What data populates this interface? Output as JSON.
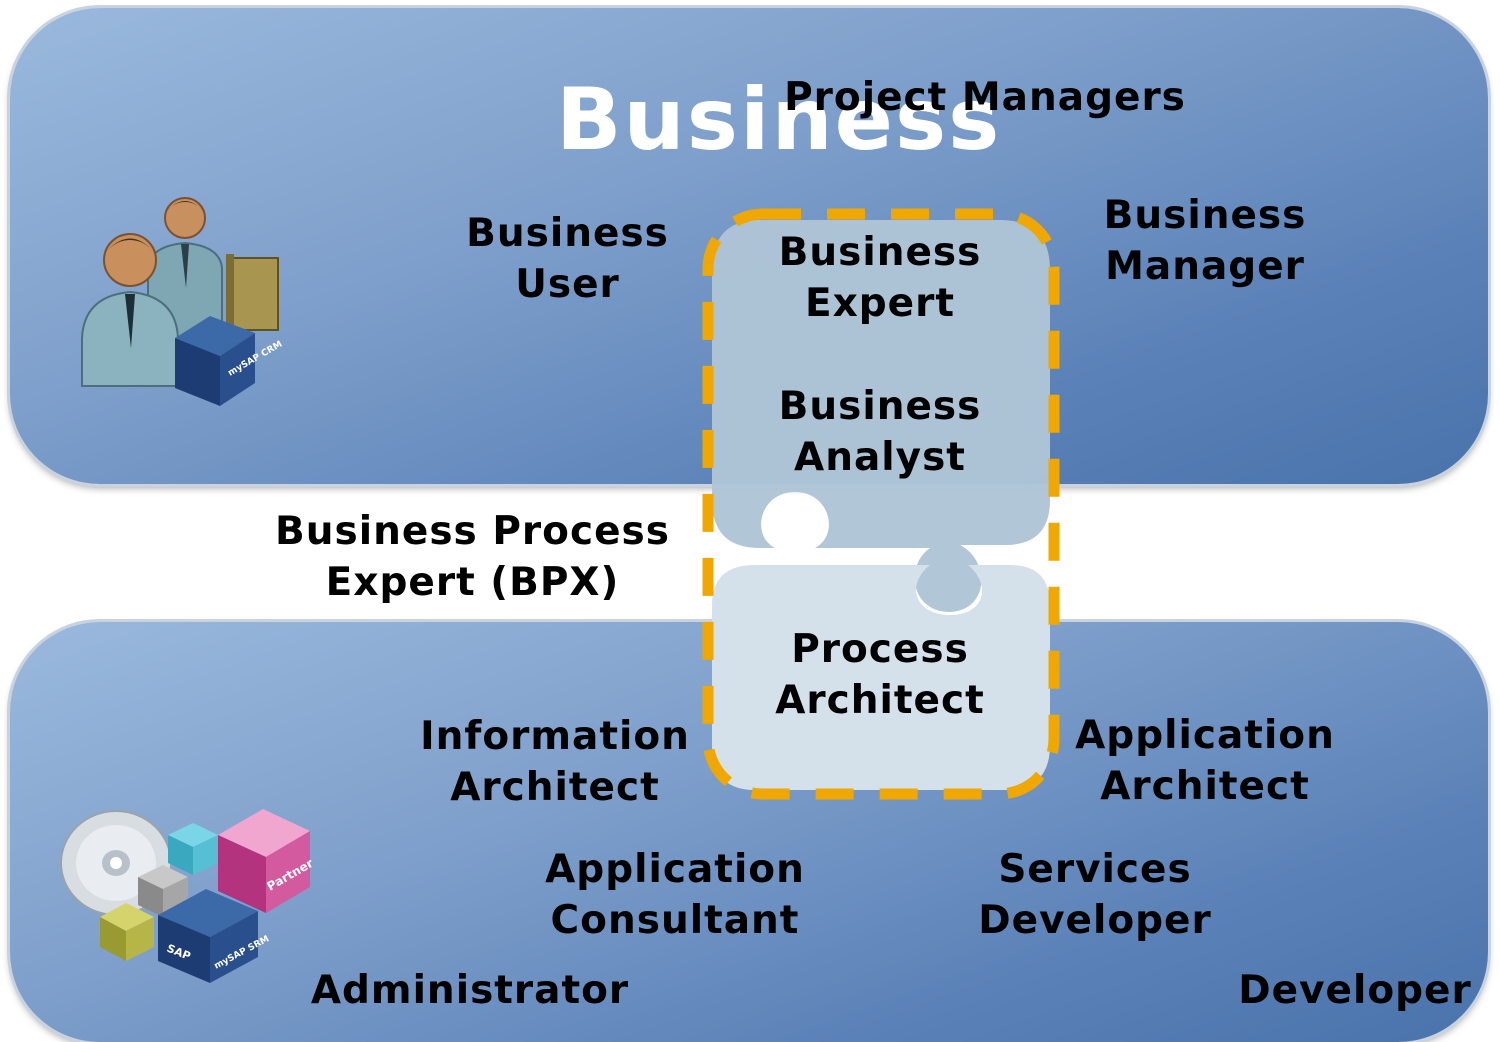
{
  "band_title": "Business",
  "roles": {
    "project_managers": "Project Managers",
    "business_user": "Business\nUser",
    "business_manager": "Business\nManager",
    "business_expert": "Business\nExpert",
    "business_analyst": "Business\nAnalyst",
    "bpx": "Business Process\nExpert (BPX)",
    "process_architect": "Process\nArchitect",
    "information_architect": "Information\nArchitect",
    "application_architect": "Application\nArchitect",
    "application_consultant": "Application\nConsultant",
    "services_developer": "Services\nDeveloper",
    "administrator": "Administrator",
    "developer": "Developer"
  },
  "icon_text": {
    "crm_cube": "mySAP CRM",
    "srm_cube": "mySAP SRM",
    "partner_cube": "Partner",
    "sap_logo": "SAP"
  },
  "colors": {
    "panel": "#6f93c4",
    "puzzle_top": "#aec4d6",
    "puzzle_bottom": "#d4e0ea",
    "dash": "#f0a800"
  },
  "icons": {
    "business_people": "business-people-icon",
    "software_cubes": "software-cubes-icon"
  }
}
